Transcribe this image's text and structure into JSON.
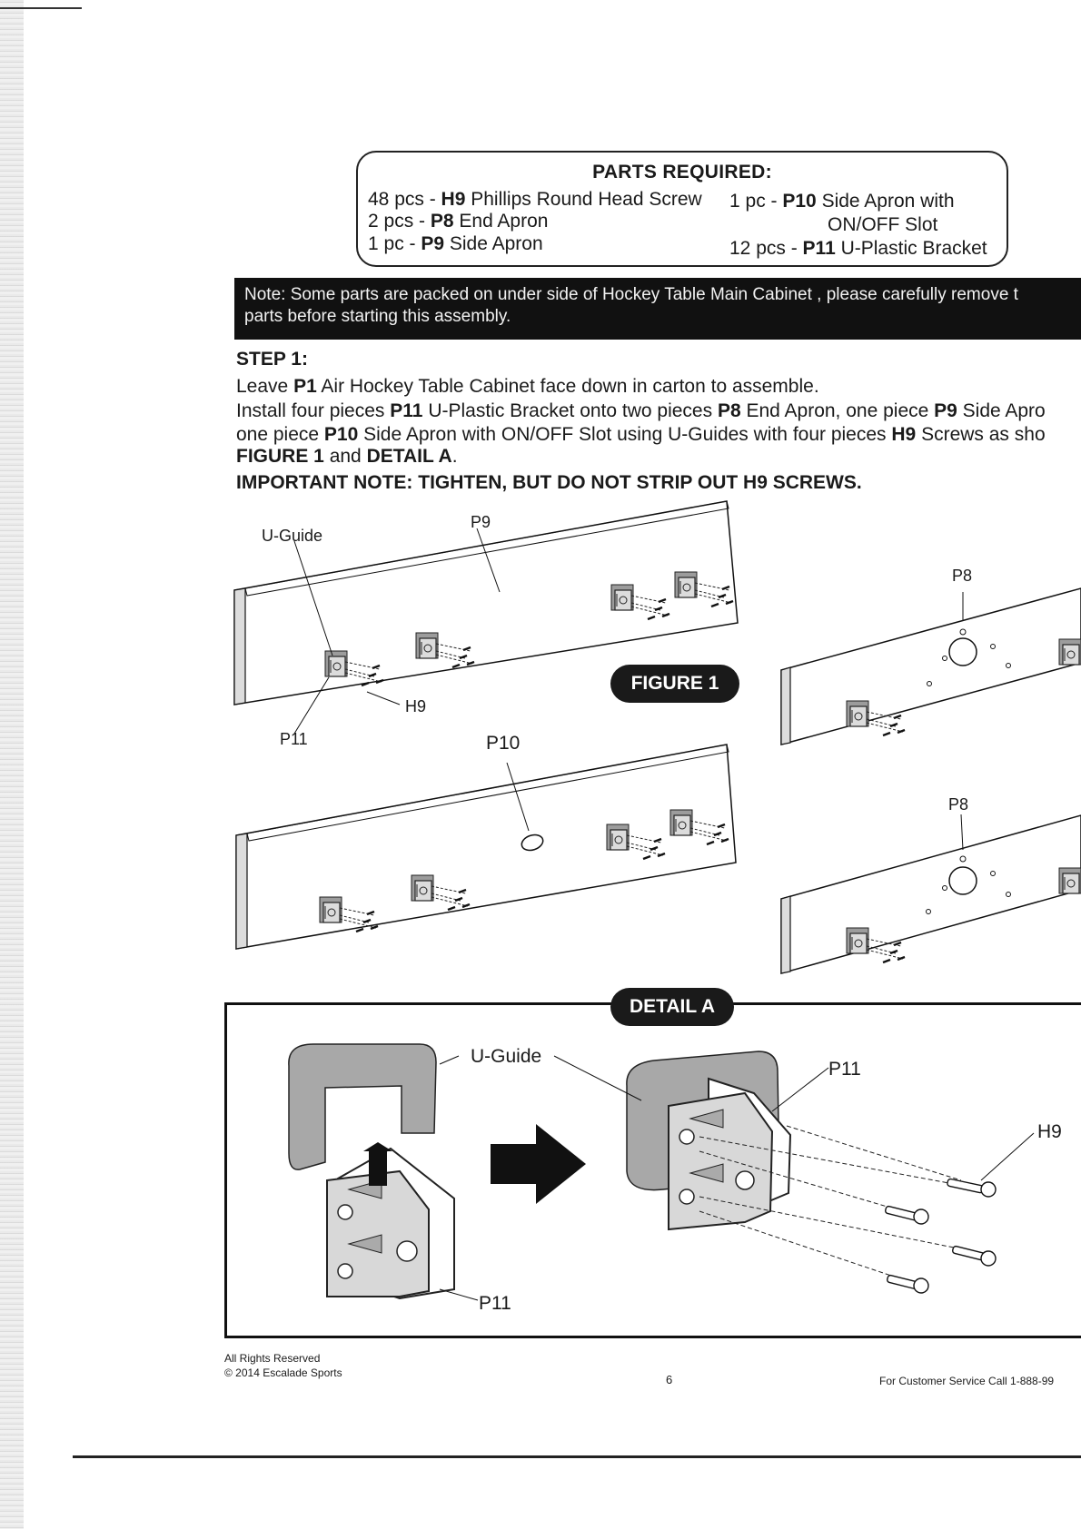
{
  "parts_box": {
    "title": "PARTS REQUIRED:",
    "items": [
      {
        "qty": "48 pcs - ",
        "code": "H9",
        "desc": " Phillips Round Head Screw"
      },
      {
        "qty": "1 pc - ",
        "code": "P10",
        "desc": " Side Apron with"
      },
      {
        "qty": "2 pcs - ",
        "code": "P8",
        "desc": " End Apron"
      },
      {
        "qty": "",
        "code": "",
        "desc": "ON/OFF Slot"
      },
      {
        "qty": "1 pc - ",
        "code": "P9",
        "desc": " Side Apron"
      },
      {
        "qty": "12 pcs - ",
        "code": "P11",
        "desc": " U-Plastic Bracket"
      }
    ]
  },
  "note": {
    "line1": "Note:  Some parts are packed on under side of Hockey Table Main Cabinet , please  carefully  remove t",
    "line2": "parts before starting this assembly."
  },
  "step": {
    "heading": "STEP 1:",
    "line1_a": "Leave ",
    "line1_b": "P1",
    "line1_c": " Air Hockey Table Cabinet face down in carton to assemble.",
    "line2_a": "Install four pieces ",
    "line2_b": "P11",
    "line2_c": " U-Plastic Bracket onto two pieces ",
    "line2_d": "P8",
    "line2_e": " End Apron, one piece ",
    "line2_f": "P9",
    "line2_g": " Side Apro",
    "line3_a": "one piece ",
    "line3_b": "P10",
    "line3_c": " Side Apron with ON/OFF Slot using U-Guides with four pieces ",
    "line3_d": "H9",
    "line3_e": " Screws as sho",
    "line4_a": "FIGURE 1",
    "line4_b": " and ",
    "line4_c": "DETAIL A",
    "line4_d": ".",
    "important": "IMPORTANT NOTE:  TIGHTEN, BUT DO NOT STRIP OUT H9 SCREWS."
  },
  "figure": {
    "badge": "FIGURE 1",
    "labels": {
      "u_guide": "U-Guide",
      "p9": "P9",
      "p8_top": "P8",
      "h9": "H9",
      "p11": "P11",
      "p10": "P10",
      "p8_bottom": "P8"
    }
  },
  "detail": {
    "badge": "DETAIL A",
    "labels": {
      "u_guide": "U-Guide",
      "p11_right": "P11",
      "h9": "H9",
      "p11_left": "P11"
    }
  },
  "footer": {
    "rights": "All Rights Reserved",
    "copyright": "© 2014 Escalade Sports",
    "page_number": "6",
    "service": "For Customer Service Call   1-888-99"
  },
  "colors": {
    "panel_fill": "#ffffff",
    "ink": "#1a1a1a",
    "bracket_fill": "#c9c9c9",
    "guide_fill": "#a8a8a8"
  }
}
